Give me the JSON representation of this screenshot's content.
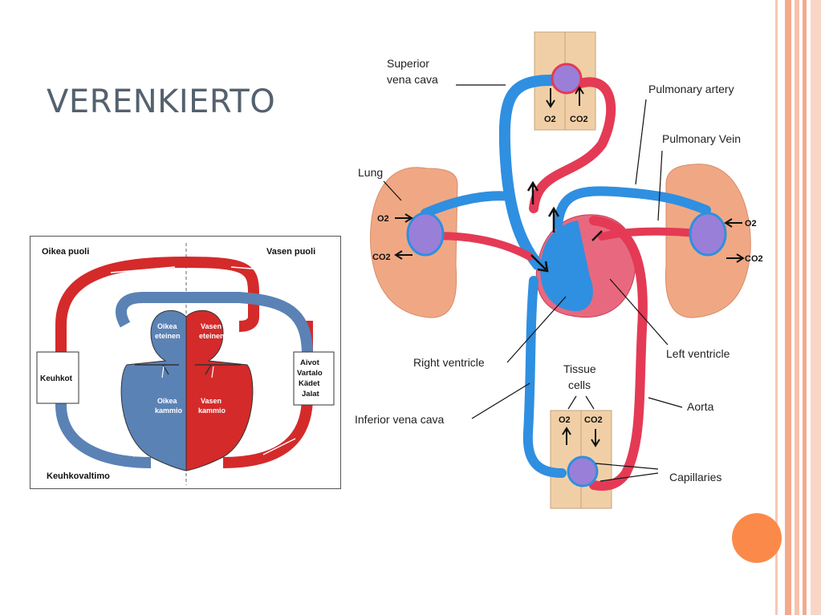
{
  "slide": {
    "title": "VERENKIERTO",
    "accent_color": "#fb8a4a",
    "stripe_color": "#f4a98c"
  },
  "left_diagram": {
    "right_side_label": "Oikea puoli",
    "left_side_label": "Vasen puoli",
    "right_atrium_label": [
      "Oikea",
      "eteinen"
    ],
    "left_atrium_label": [
      "Vasen",
      "eteinen"
    ],
    "right_ventricle_label": [
      "Oikea",
      "kammio"
    ],
    "left_ventricle_label": [
      "Vasen",
      "kammio"
    ],
    "lungs_box_label": "Keuhkot",
    "body_box_label": [
      "Aivot",
      "Vartalo",
      "Kädet",
      "Jalat"
    ],
    "pulmonary_artery_label": "Keuhkovaltimo",
    "colors": {
      "oxygenated": "#d42a2a",
      "deoxygenated": "#5b82b5"
    }
  },
  "right_diagram": {
    "labels": {
      "superior_vena_cava": [
        "Superior",
        "vena cava"
      ],
      "pulmonary_artery": "Pulmonary artery",
      "pulmonary_vein": "Pulmonary Vein",
      "lung": "Lung",
      "right_ventricle": "Right ventricle",
      "left_ventricle": "Left ventricle",
      "tissue_cells": [
        "Tissue",
        "cells"
      ],
      "aorta": "Aorta",
      "inferior_vena_cava": "Inferior vena cava",
      "capillaries": "Capillaries"
    },
    "gases": {
      "oxygen": "O2",
      "carbon_dioxide": "CO2"
    },
    "colors": {
      "vein_blue": "#2f8fe0",
      "artery_red": "#e43a55",
      "tissue": "#f1cfa6",
      "lung": "#f0a884"
    }
  }
}
